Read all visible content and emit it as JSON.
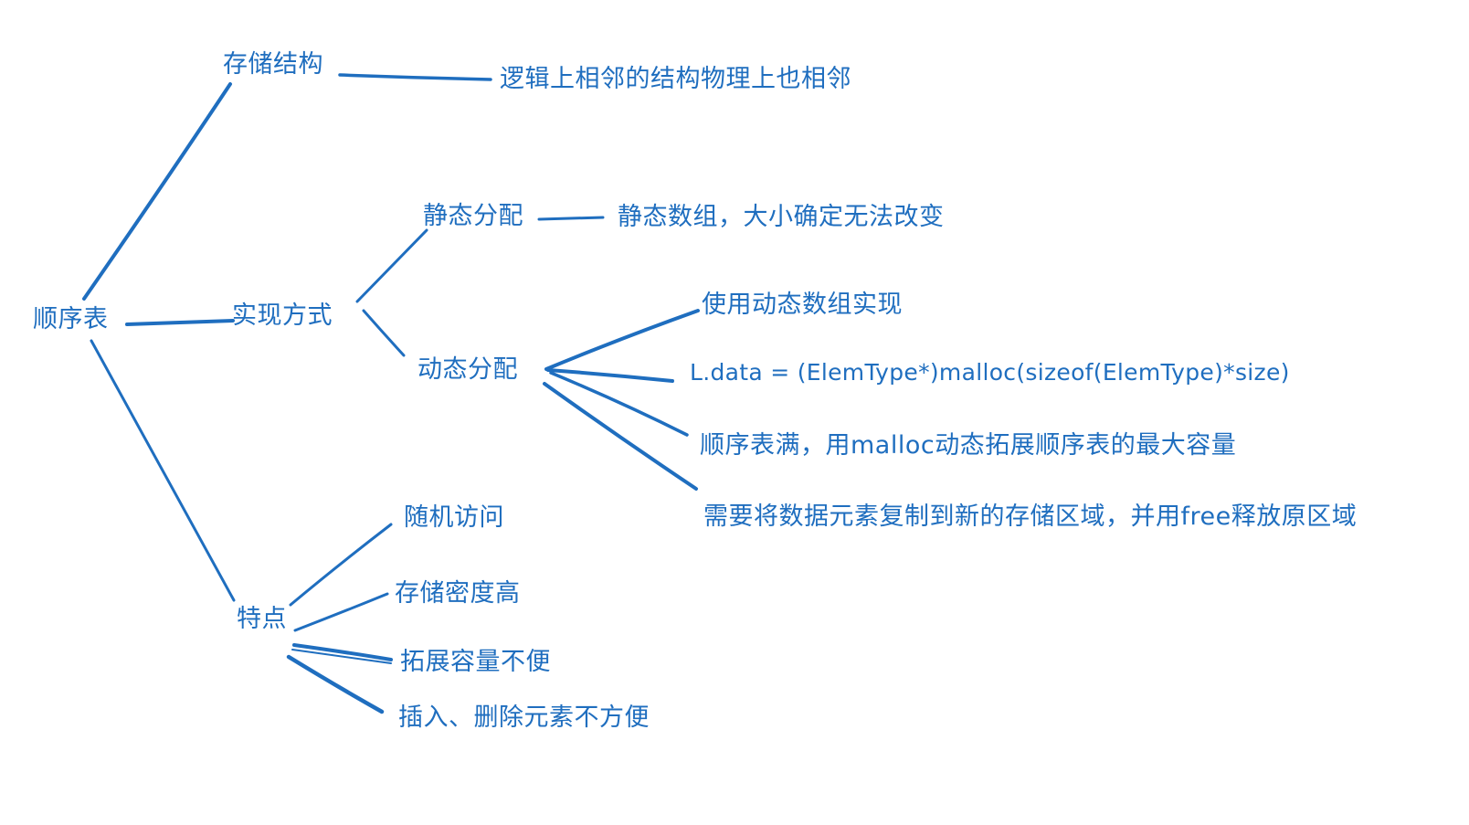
{
  "diagram": {
    "type": "mind-map",
    "stroke_color": "#1f6ebf",
    "text_color": "#1f6ebf",
    "background": "#ffffff",
    "nodes": {
      "root": "顺序表",
      "storage_structure": "存储结构",
      "storage_structure_desc": "逻辑上相邻的结构物理上也相邻",
      "implementation": "实现方式",
      "static_alloc": "静态分配",
      "static_alloc_desc": "静态数组，大小确定无法改变",
      "dynamic_alloc": "动态分配",
      "dynamic_desc_1": "使用动态数组实现",
      "dynamic_desc_2": "L.data = (ElemType*)malloc(sizeof(ElemType)*size)",
      "dynamic_desc_3": "顺序表满，用malloc动态拓展顺序表的最大容量",
      "dynamic_desc_4": "需要将数据元素复制到新的存储区域，并用free释放原区域",
      "features": "特点",
      "feature_1": "随机访问",
      "feature_2": "存储密度高",
      "feature_3": "拓展容量不便",
      "feature_4": "插入、删除元素不方便"
    },
    "edges": [
      [
        "root",
        "storage_structure"
      ],
      [
        "root",
        "implementation"
      ],
      [
        "root",
        "features"
      ],
      [
        "storage_structure",
        "storage_structure_desc"
      ],
      [
        "implementation",
        "static_alloc"
      ],
      [
        "implementation",
        "dynamic_alloc"
      ],
      [
        "static_alloc",
        "static_alloc_desc"
      ],
      [
        "dynamic_alloc",
        "dynamic_desc_1"
      ],
      [
        "dynamic_alloc",
        "dynamic_desc_2"
      ],
      [
        "dynamic_alloc",
        "dynamic_desc_3"
      ],
      [
        "dynamic_alloc",
        "dynamic_desc_4"
      ],
      [
        "features",
        "feature_1"
      ],
      [
        "features",
        "feature_2"
      ],
      [
        "features",
        "feature_3"
      ],
      [
        "features",
        "feature_4"
      ]
    ]
  }
}
